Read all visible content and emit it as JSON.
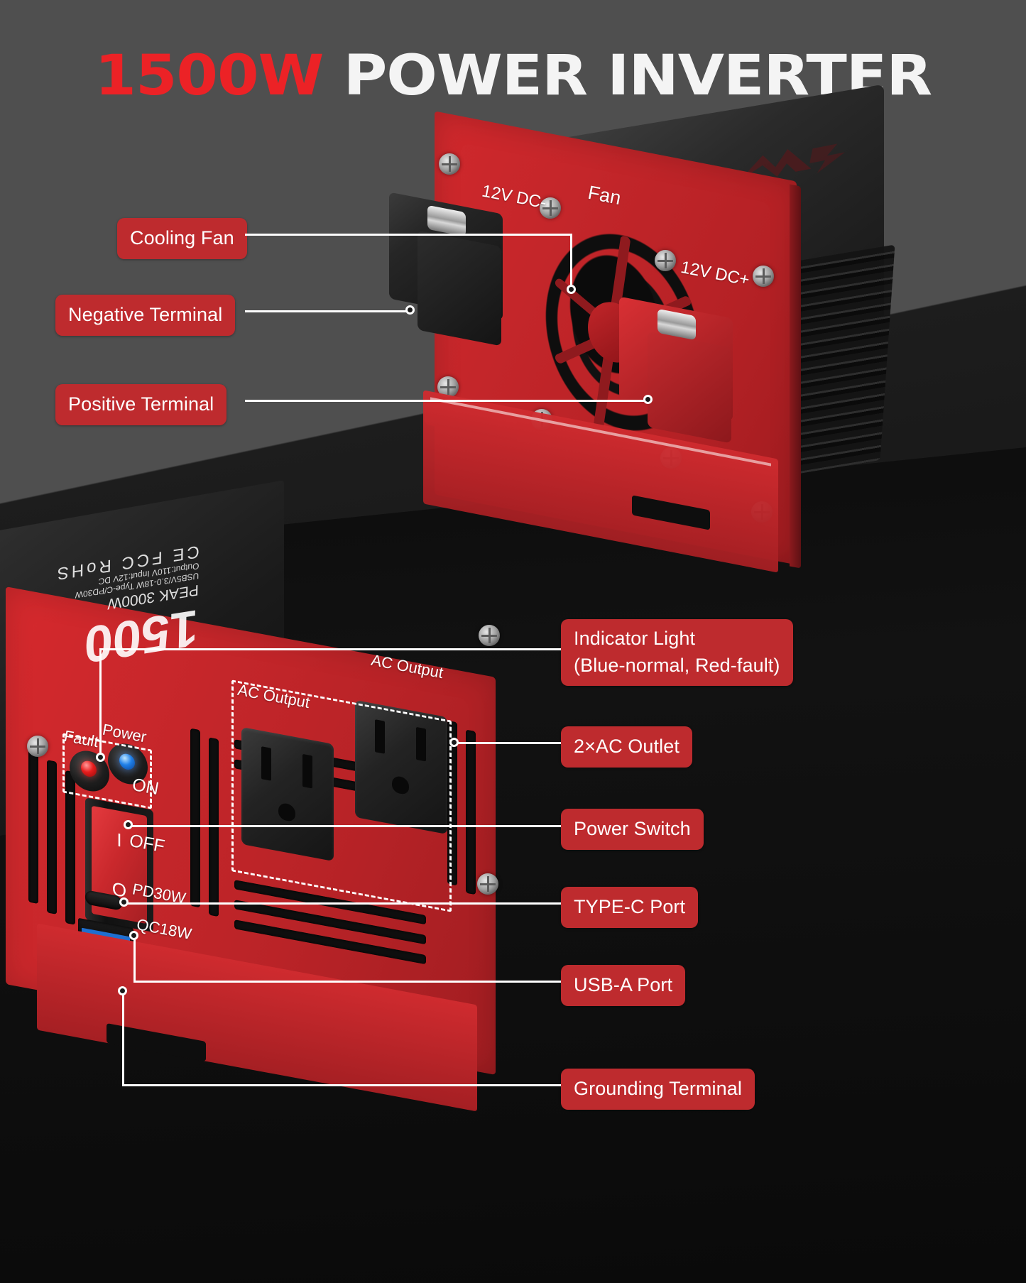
{
  "title": {
    "watts": "1500W",
    "product": " POWER INVERTER"
  },
  "colors": {
    "badge_red": "#be2b2e",
    "title_red": "#ec2226",
    "panel_red": "#c8272b",
    "background_gray": "#4f4f4f",
    "background_dark": "#111111",
    "leader_white": "#ffffff",
    "led_fault": "#e81d1d",
    "led_power": "#1f7fe8"
  },
  "callouts": {
    "cooling_fan": "Cooling Fan",
    "negative_terminal": "Negative Terminal",
    "positive_terminal": "Positive Terminal",
    "indicator_light_line1": "Indicator Light",
    "indicator_light_line2": "(Blue-normal, Red-fault)",
    "ac_outlet": "2×AC Outlet",
    "power_switch": "Power Switch",
    "type_c_port": "TYPE-C Port",
    "usb_a_port": "USB-A Port",
    "grounding_terminal": "Grounding Terminal"
  },
  "back_panel_labels": {
    "dc_negative": "12V DC-",
    "fan": "Fan",
    "dc_positive": "12V DC+"
  },
  "front_panel_labels": {
    "fault": "Fault",
    "power": "Power",
    "switch_on": "ON",
    "switch_off": "OFF",
    "switch_mark_on": "I",
    "switch_mark_off": "O",
    "pd30w": "PD30W",
    "qc18w": "QC18W",
    "ground_symbol": "⏚",
    "ac_output_left": "AC Output",
    "ac_output_right": "AC Output"
  },
  "side_sticker": {
    "watts": "1500",
    "peak": "PEAK 3000W",
    "usb_spec": "USB5V/3.0-18W  Type-C/PD30W",
    "output_spec": "Output:110V   Input:12V DC",
    "marks": "CE  FCC  RoHS"
  }
}
